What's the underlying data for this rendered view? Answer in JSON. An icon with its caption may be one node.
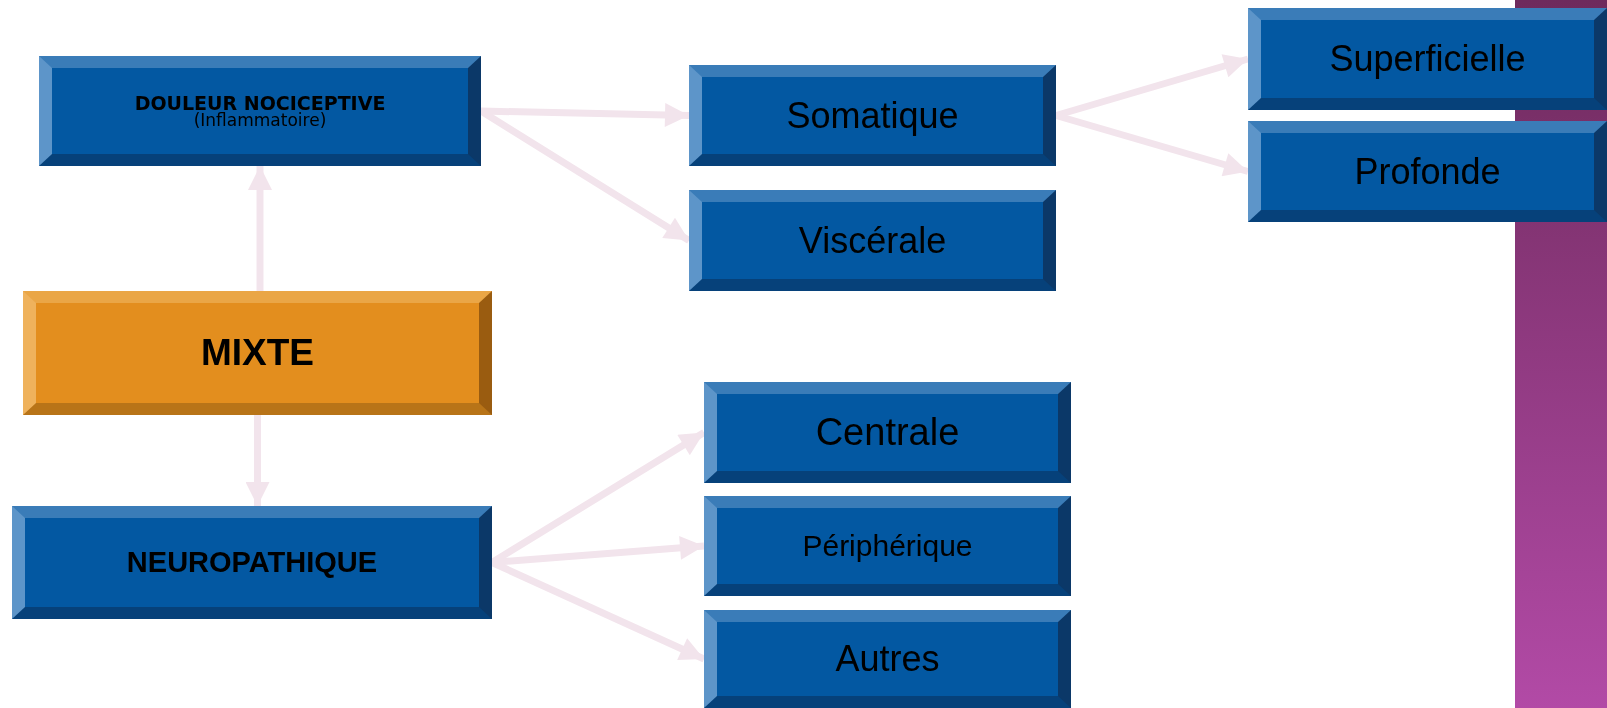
{
  "diagram": {
    "nodes": [
      {
        "text": [
          "DOULEUR NOCICEPTIVE",
          "(Inflammatoire)"
        ]
      },
      {
        "text": [
          "Somatique"
        ]
      },
      {
        "text": [
          "Viscérale"
        ]
      },
      {
        "text": [
          "Superficielle"
        ]
      },
      {
        "text": [
          "Profonde"
        ]
      },
      {
        "text": [
          "MIXTE"
        ]
      },
      {
        "text": [
          "NEUROPATHIQUE"
        ]
      },
      {
        "text": [
          "Centrale"
        ]
      },
      {
        "text": [
          "Périphérique"
        ]
      },
      {
        "text": [
          "Autres"
        ]
      }
    ],
    "edges": [
      {
        "from": 0,
        "to": 1,
        "arrow": "to"
      },
      {
        "from": 0,
        "to": 2,
        "arrow": "to"
      },
      {
        "from": 1,
        "to": 3,
        "arrow": "to"
      },
      {
        "from": 1,
        "to": 4,
        "arrow": "to"
      },
      {
        "from": 5,
        "to": 0,
        "arrow": "to"
      },
      {
        "from": 5,
        "to": 6,
        "arrow": "to"
      },
      {
        "from": 6,
        "to": 7,
        "arrow": "to"
      },
      {
        "from": 6,
        "to": 8,
        "arrow": "to"
      },
      {
        "from": 6,
        "to": 9,
        "arrow": "to"
      }
    ]
  }
}
